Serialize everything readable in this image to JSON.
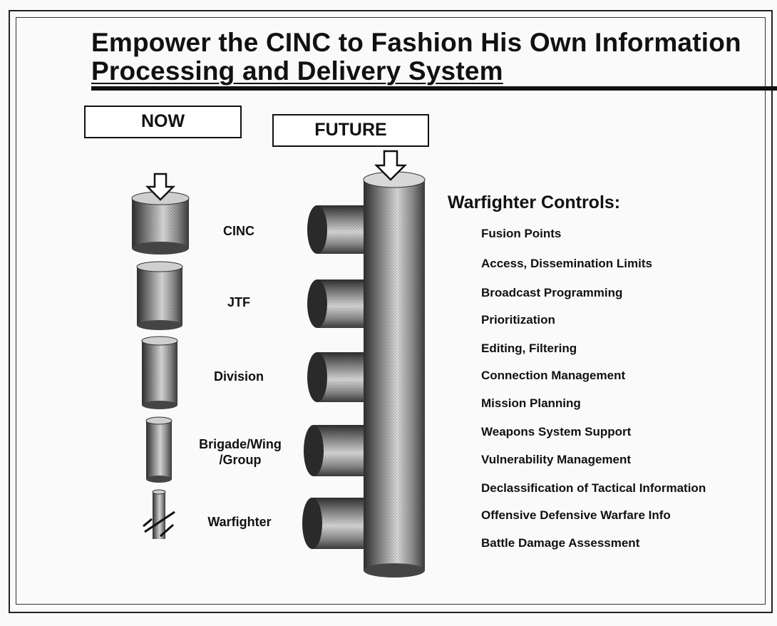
{
  "title": {
    "line1": "Empower the CINC to Fashion His Own Information",
    "line2": "Processing and Delivery System"
  },
  "now_label": "NOW",
  "future_label": "FUTURE",
  "levels": [
    {
      "label": "CINC"
    },
    {
      "label": "JTF"
    },
    {
      "label": "Division"
    },
    {
      "label": "Brigade/Wing\n/Group"
    },
    {
      "label": "Warfighter"
    }
  ],
  "controls": {
    "title": "Warfighter Controls:",
    "items": [
      "Fusion Points",
      "Access, Dissemination Limits",
      "Broadcast Programming",
      "Prioritization",
      "Editing, Filtering",
      "Connection Management",
      "Mission Planning",
      "Weapons System Support",
      "Vulnerability Management",
      "Declassification of Tactical Information",
      "Offensive Defensive Warfare Info",
      "Battle Damage Assessment"
    ]
  },
  "colors": {
    "cylinder_dark": "#3a3a3a",
    "cylinder_light": "#d8d8d8",
    "ink": "#111111"
  }
}
